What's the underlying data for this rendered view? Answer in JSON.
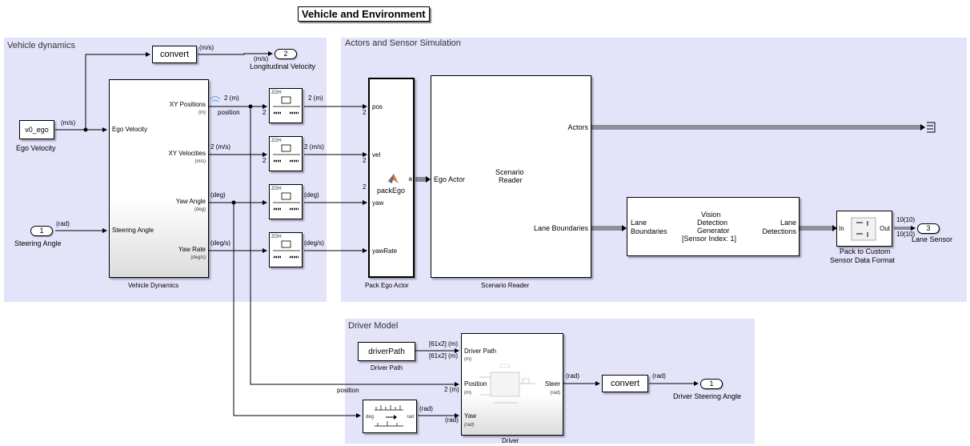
{
  "title": "Vehicle and Environment",
  "areas": {
    "vehicle_dynamics": "Vehicle dynamics",
    "actors_sensor": "Actors and Sensor Simulation",
    "driver_model": "Driver Model"
  },
  "blocks": {
    "convert_top": "convert",
    "convert_bottom": "convert",
    "v0_ego": "v0_ego",
    "v0_ego_caption": "Ego Velocity",
    "steering_port_num": "1",
    "steering_port_caption": "Steering Angle",
    "long_vel_port_num": "2",
    "long_vel_caption": "Longitudinal Velocity",
    "vehicle_dynamics": {
      "caption": "Vehicle Dynamics",
      "in_ego_velocity": "Ego Velocity",
      "in_steering_angle": "Steering Angle",
      "out_xy_positions": "XY Positions",
      "out_xy_positions_unit": "(m)",
      "out_xy_velocities": "XY Velocities",
      "out_xy_velocities_unit": "(m/s)",
      "out_yaw_angle": "Yaw Angle",
      "out_yaw_angle_unit": "(deg)",
      "out_yaw_rate": "Yaw Rate",
      "out_yaw_rate_unit": "(deg/s)"
    },
    "zoh_label": "ZOH",
    "pack_ego": {
      "caption": "Pack Ego Actor",
      "fn": "packEgo",
      "in_pos": "pos",
      "in_vel": "vel",
      "in_yaw": "yaw",
      "in_yawrate": "yawRate",
      "out_a": "a"
    },
    "scenario_reader": {
      "caption": "Scenario Reader",
      "name_line1": "Scenario",
      "name_line2": "Reader",
      "in_ego_actor": "Ego Actor",
      "out_actors": "Actors",
      "out_lane_boundaries": "Lane Boundaries"
    },
    "vision": {
      "line1": "Vision",
      "line2": "Detection",
      "line3": "Generator",
      "line4": "[Sensor Index: 1]",
      "in_lane_line1": "Lane",
      "in_lane_line2": "Boundaries",
      "out_lane_line1": "Lane",
      "out_lane_line2": "Detections"
    },
    "pack_custom": {
      "caption_line1": "Pack to Custom",
      "caption_line2": "Sensor Data Format",
      "in": "In",
      "out": "Out"
    },
    "lane_sensor_port_num": "3",
    "lane_sensor_caption": "Lane Sensor",
    "driver_path": "driverPath",
    "driver_path_caption": "Driver Path",
    "driver": {
      "caption": "Driver",
      "in_driver_path": "Driver Path",
      "in_driver_path_unit": "(m)",
      "in_position": "Position",
      "in_position_unit": "(m)",
      "in_yaw": "Yaw",
      "in_yaw_unit": "(rad)",
      "out_steer": "Steer",
      "out_steer_unit": "(rad)"
    },
    "deg_rad": {
      "left": "deg",
      "right": "rad"
    },
    "driver_steer_port_num": "1",
    "driver_steer_caption": "Driver Steering Angle"
  },
  "signals": {
    "ms": "(m/s)",
    "ms2": "(m/s)",
    "ms3": "(m/s)",
    "rad": "(rad)",
    "pos_2m": "2 (m)",
    "position": "position",
    "dim2a": "2",
    "zoh1_out": "2 (m)",
    "dim2b": "2",
    "vel_2ms": "2 (m/s)",
    "zoh2_out": "2 (m/s)",
    "dim2c": "2",
    "dim2d": "2",
    "dim2e": "2",
    "deg": "(deg)",
    "zoh3_out": "(deg)",
    "degs": "(deg/s)",
    "zoh4_out": "(deg/s)",
    "lane_10a": "10(10)",
    "lane_10b": "10(10)",
    "path_61a": "[61x2] (m)",
    "path_61b": "[61x2] (m)",
    "pos_bottom": "position",
    "pos_2m_b": "2 (m)",
    "rad_b1": "(rad)",
    "rad_b2": "(rad)",
    "rad_b3": "(rad)",
    "rad_b4": "(rad)"
  },
  "colors": {
    "area_fill": "#e3e3fa",
    "matlab_icon": "#e8742a"
  }
}
